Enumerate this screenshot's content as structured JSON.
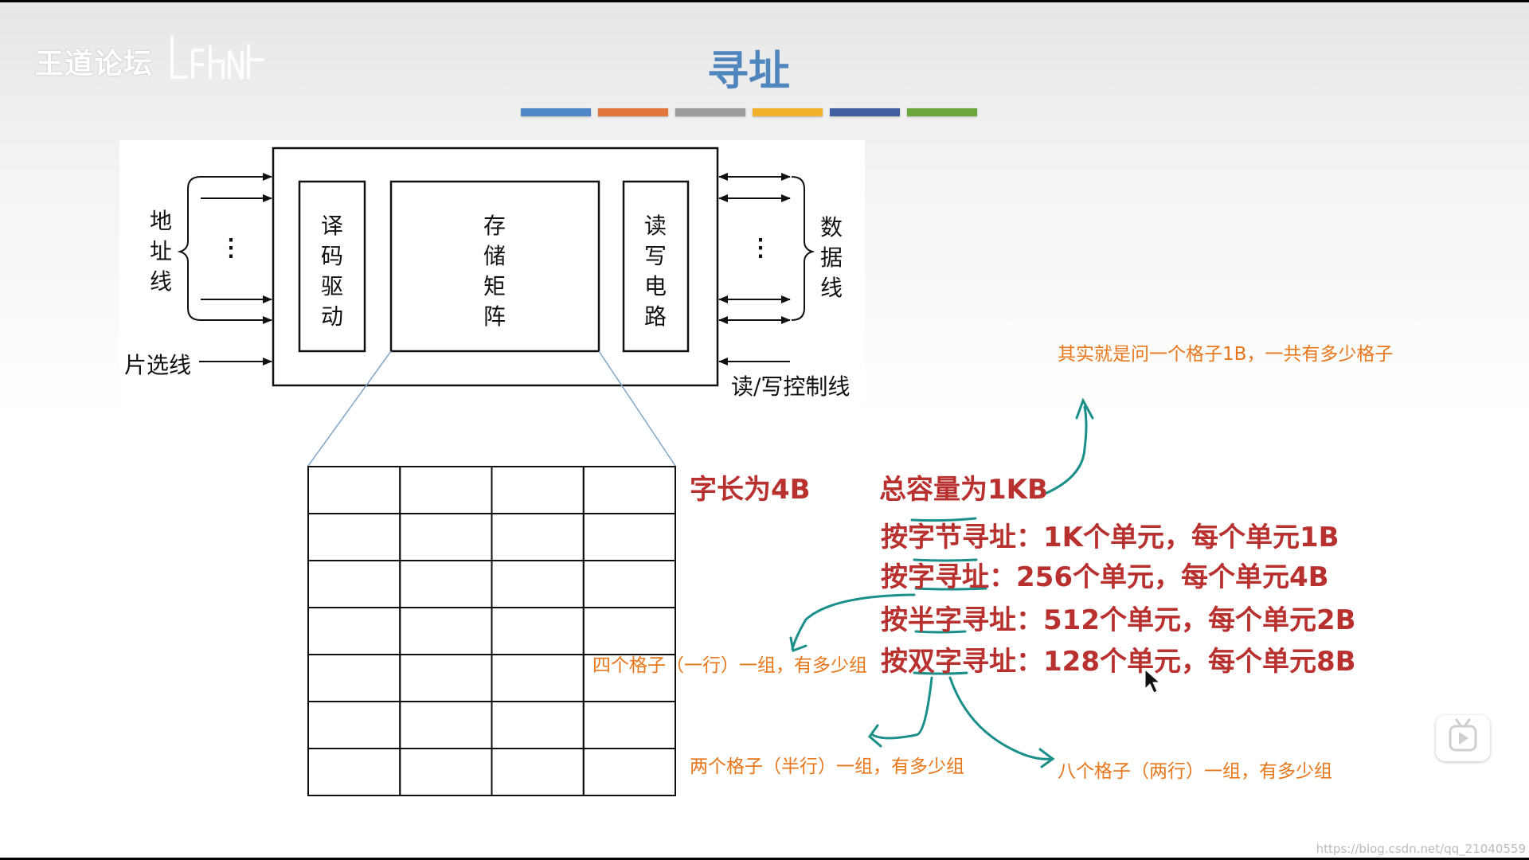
{
  "slide": {
    "watermark": "王道论坛",
    "title": "寻址",
    "color_bar": [
      "#4f86c6",
      "#e0763a",
      "#9b9b9b",
      "#f2b12a",
      "#3f5fa2",
      "#6aa63c"
    ]
  },
  "memory_diagram": {
    "address_label": "地址线",
    "chip_select_label": "片选线",
    "data_label": "数据线",
    "rw_control_label": "读/写控制线",
    "decoder_label": "译码驱动",
    "matrix_label": "存储矩阵",
    "rw_circuit_label": "读写电路",
    "ellipsis": "⋮"
  },
  "grid": {
    "rows": 7,
    "cols": 4
  },
  "text": {
    "word_length": "字长为4B",
    "total_capacity": "总容量为1KB",
    "byte_addressing": "按字节寻址：1K个单元，每个单元1B",
    "word_addressing": "按字寻址：256个单元，每个单元4B",
    "halfword_addressing": "按半字寻址：512个单元，每个单元2B",
    "doubleword_addressing": "按双字寻址：128个单元，每个单元8B"
  },
  "annotations": {
    "note_total": "其实就是问一个格子1B，一共有多少格子",
    "note_word": "四个格子（一行）一组，有多少组",
    "note_halfword": "两个格子（半行）一组，有多少组",
    "note_doubleword": "八个格子（两行）一组，有多少组",
    "ink_color": "#1a8f8a",
    "note_color": "#e8761a"
  },
  "footer": {
    "url": "https://blog.csdn.net/qq_21040559"
  },
  "icons": {
    "play": "play-icon",
    "cursor": "cursor-icon"
  }
}
